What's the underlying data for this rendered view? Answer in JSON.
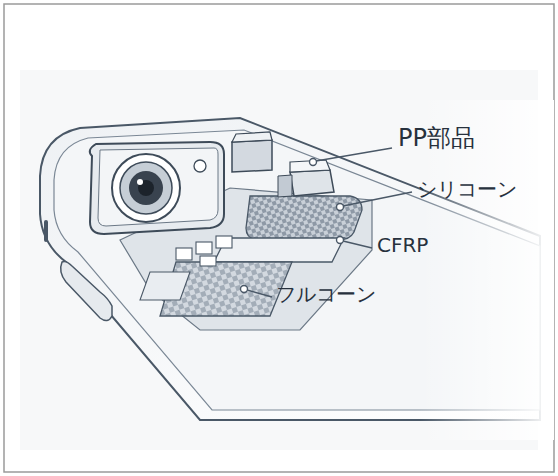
{
  "diagram": {
    "labels": [
      "PP部品",
      "シリコーン",
      "CFRP",
      "フルコーン"
    ]
  }
}
